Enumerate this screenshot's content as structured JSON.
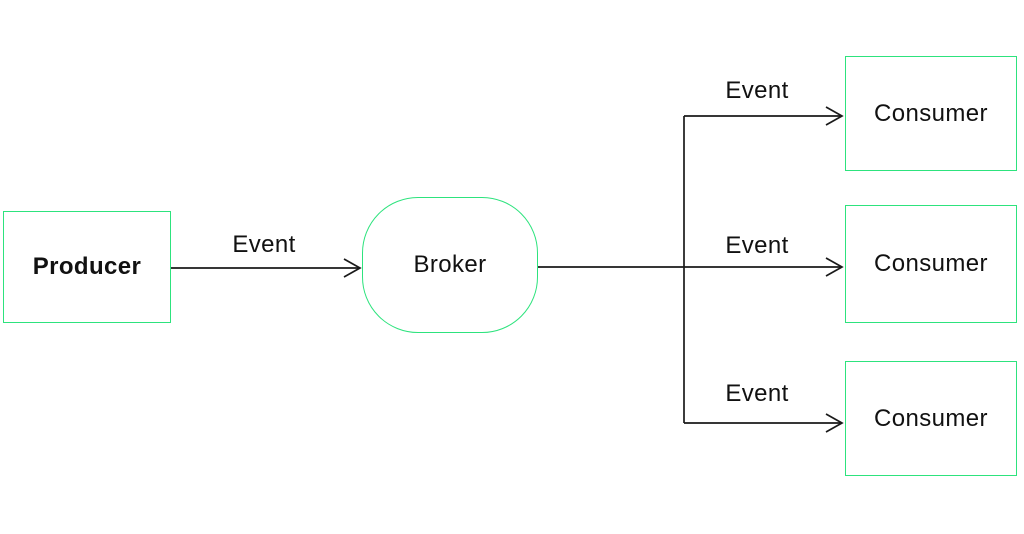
{
  "diagram": {
    "type": "flow-diagram",
    "description": "Event broker fan-out diagram: one producer publishes events to a broker which delivers them to three consumers",
    "nodes": {
      "producer": {
        "label": "Producer",
        "shape": "rectangle"
      },
      "broker": {
        "label": "Broker",
        "shape": "rounded-rectangle"
      },
      "consumers": [
        {
          "label": "Consumer",
          "shape": "rectangle"
        },
        {
          "label": "Consumer",
          "shape": "rectangle"
        },
        {
          "label": "Consumer",
          "shape": "rectangle"
        }
      ]
    },
    "edges": {
      "producer_to_broker": {
        "label": "Event",
        "from": "producer",
        "to": "broker"
      },
      "broker_to_consumer_1": {
        "label": "Event",
        "from": "broker",
        "to": "consumer-1"
      },
      "broker_to_consumer_2": {
        "label": "Event",
        "from": "broker",
        "to": "consumer-2"
      },
      "broker_to_consumer_3": {
        "label": "Event",
        "from": "broker",
        "to": "consumer-3"
      }
    },
    "colors": {
      "node_border": "#2de37d",
      "line": "#1a1a1a",
      "text": "#111111",
      "background": "#ffffff"
    }
  }
}
